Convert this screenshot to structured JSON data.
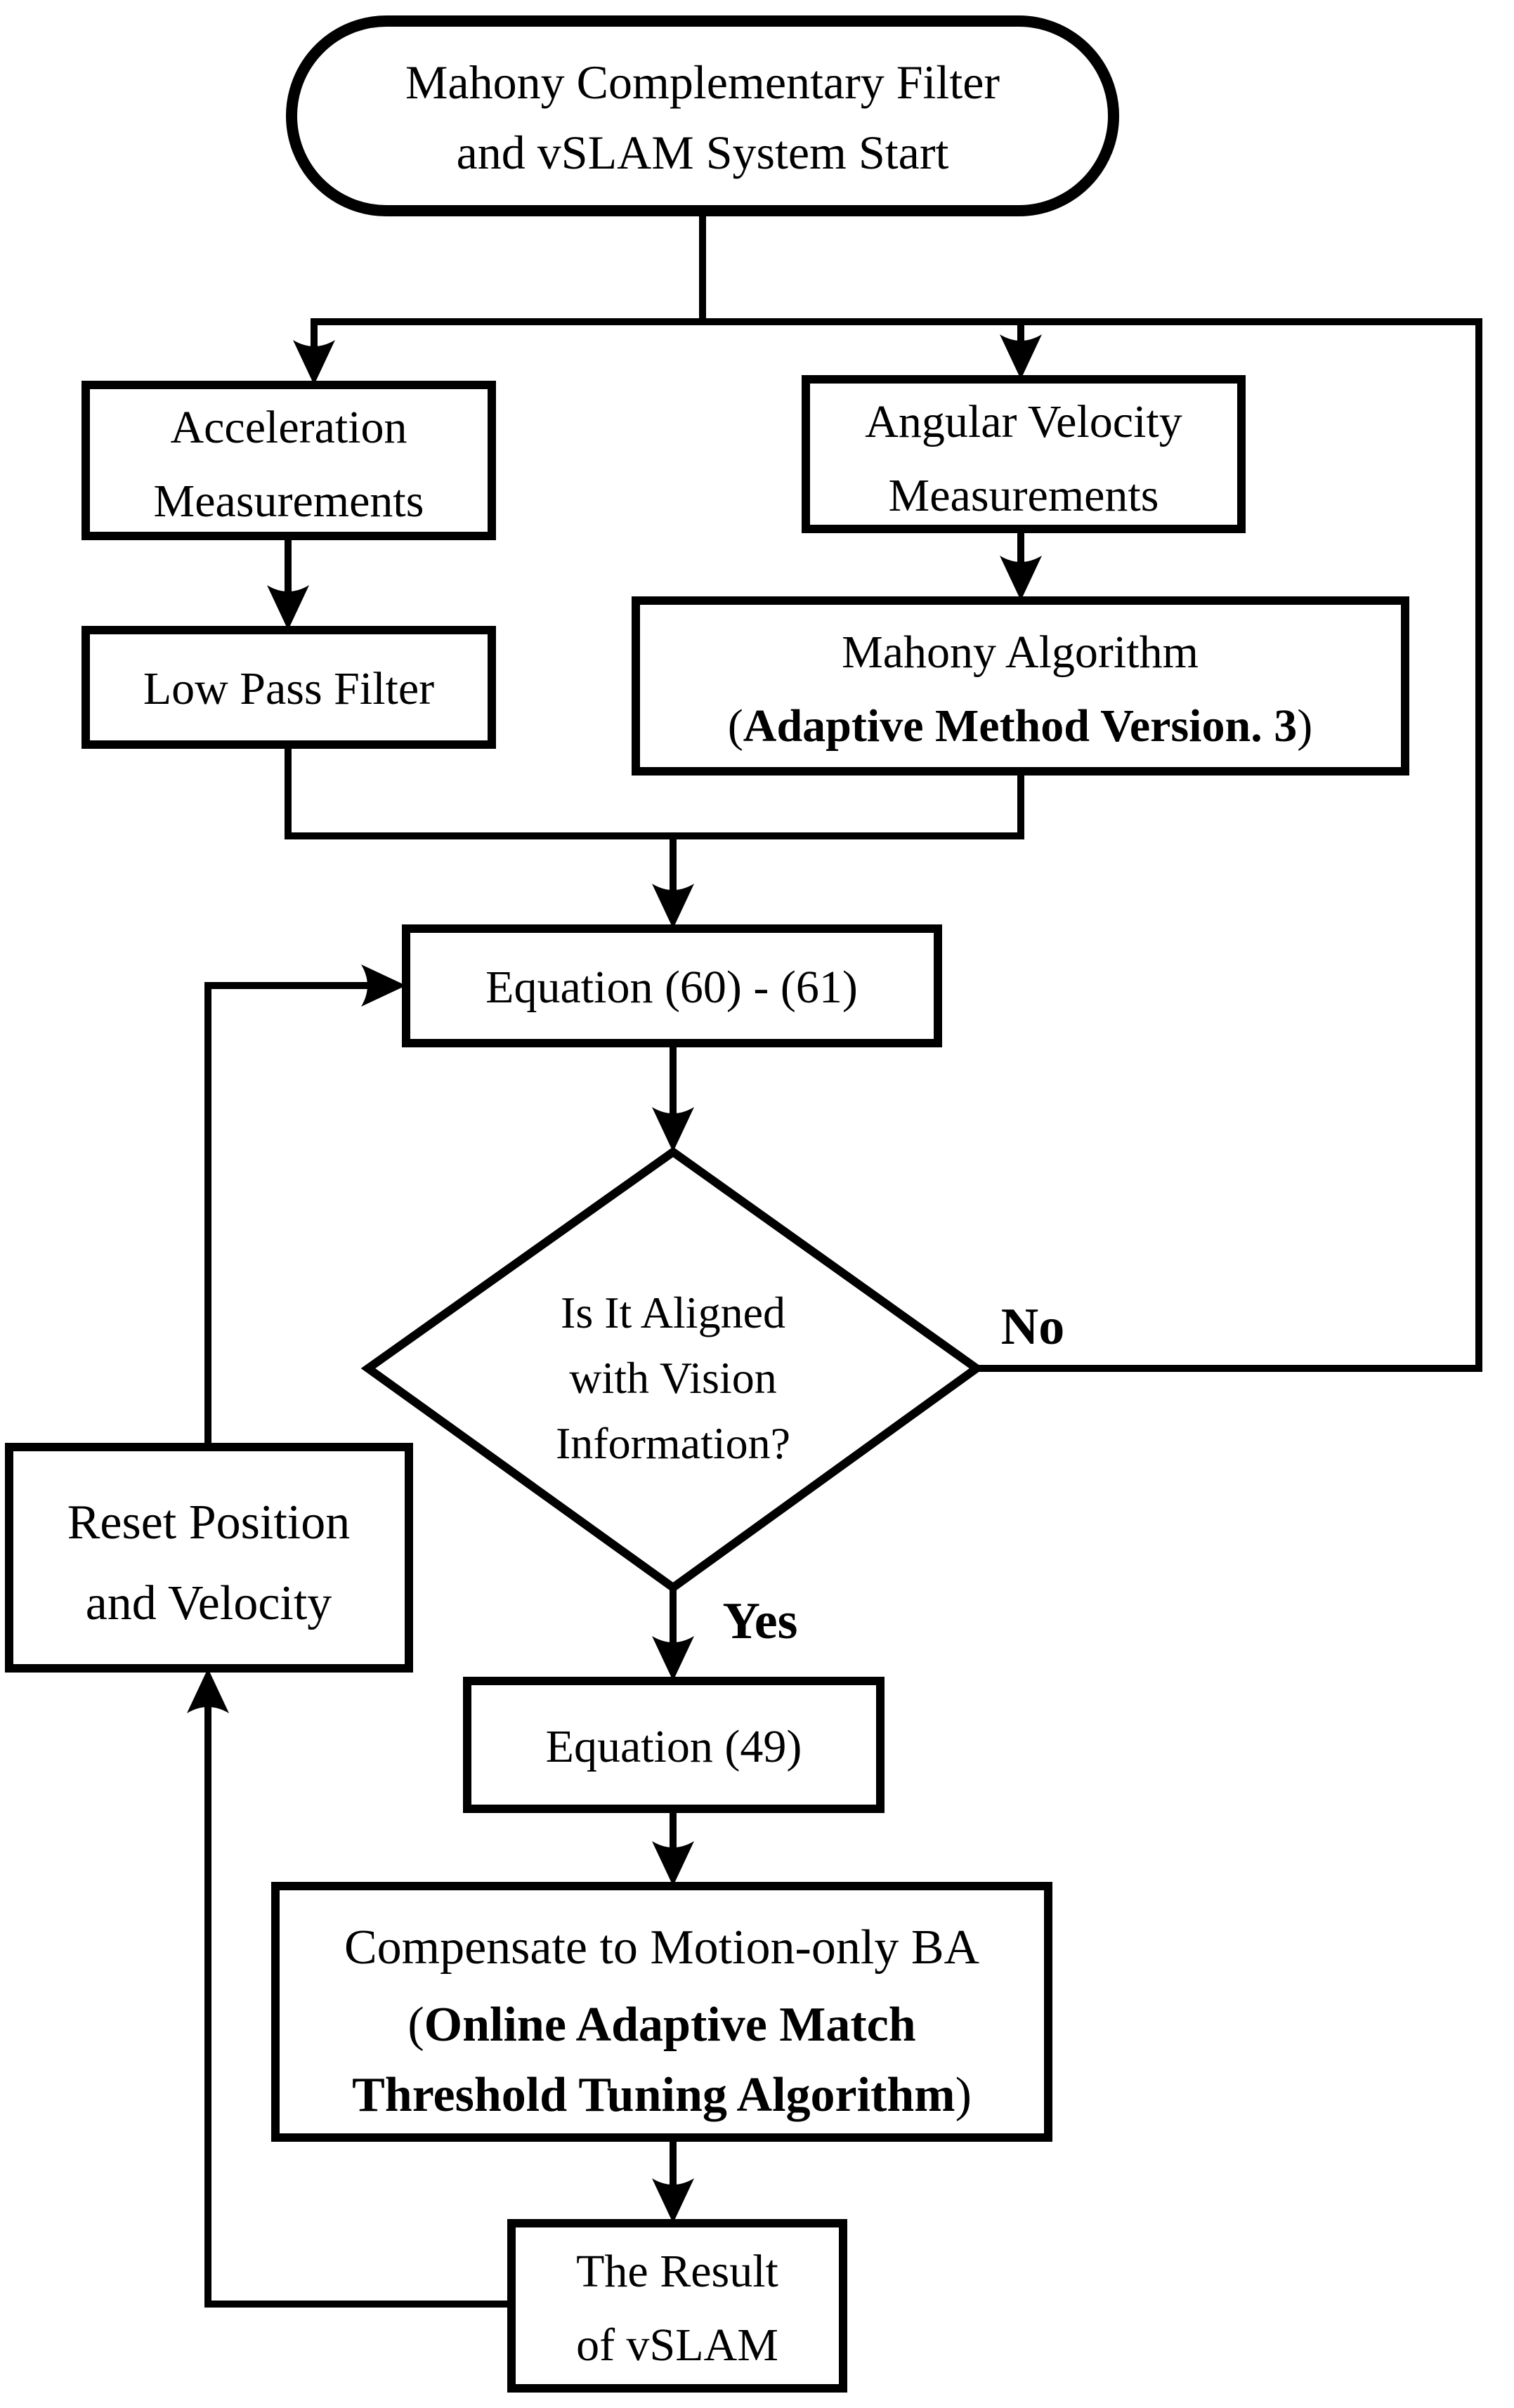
{
  "diagram": {
    "type": "flowchart",
    "colors": {
      "stroke": "#000000",
      "background": "#ffffff",
      "text": "#000000"
    },
    "start": {
      "line1": "Mahony Complementary Filter",
      "line2": "and vSLAM System Start"
    },
    "acceleration": {
      "line1": "Acceleration",
      "line2": "Measurements"
    },
    "angular_velocity": {
      "line1": "Angular Velocity",
      "line2": "Measurements"
    },
    "low_pass_filter": {
      "label": "Low Pass Filter"
    },
    "mahony_algorithm": {
      "line1": "Mahony Algorithm",
      "line2_open": "(",
      "line2_bold": "Adaptive Method Version. 3",
      "line2_close": ")"
    },
    "equation_60_61": {
      "label": "Equation (60) - (61)"
    },
    "decision": {
      "line1": "Is It Aligned",
      "line2": "with Vision",
      "line3": "Information?"
    },
    "no_label": "No",
    "yes_label": "Yes",
    "equation_49": {
      "label": "Equation (49)"
    },
    "compensate": {
      "line1": "Compensate to Motion-only BA",
      "line2_open": "(",
      "line2_bold": "Online Adaptive Match",
      "line3_bold": "Threshold Tuning Algorithm",
      "line3_close": ")"
    },
    "result": {
      "line1": "The Result",
      "line2": "of vSLAM"
    },
    "reset": {
      "line1": "Reset Position",
      "line2": "and Velocity"
    }
  }
}
